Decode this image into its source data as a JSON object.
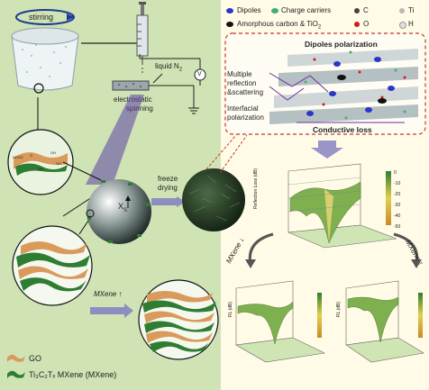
{
  "left": {
    "stirring_label": "stirring",
    "liquid_n2_label": "liquid N",
    "liquid_n2_sub": "2",
    "electrostatic_label": "electrostatic",
    "spinning_label": "spinning",
    "voltage_symbol": "V",
    "xs_label": "X",
    "xs_sub": "S",
    "freeze_label": "freeze",
    "drying_label": "drying",
    "mxene_arrow_label": "MXene",
    "go_molecule_labels": [
      "HOOC",
      "O",
      "OH",
      "OH",
      "OH"
    ],
    "legend_go": "GO",
    "legend_mxene": "Ti₃C₂Tₓ MXene (MXene)"
  },
  "right": {
    "legend": {
      "dipoles": "Dipoles",
      "charge_carriers": "Charge carriers",
      "c": "C",
      "ti": "Ti",
      "amorphous": "Amorphous carbon & TiO",
      "amorphous_sub": "2",
      "o": "O",
      "h": "H"
    },
    "colors": {
      "dipoles": "#2a36c8",
      "charge_carriers": "#3fae7a",
      "c": "#444444",
      "ti": "#b8b8b8",
      "amorphous": "#111111",
      "o": "#d01c1c",
      "h": "#e0e0e0"
    },
    "mechanisms": {
      "dipoles_polarization": "Dipoles polarization",
      "multiple_reflection": "Multiple",
      "reflection_scattering_1": "reflection",
      "reflection_scattering_2": "&scattering",
      "interfacial_1": "Interfacial",
      "interfacial_2": "polarization",
      "conductive_loss": "Conductive loss"
    },
    "plot_main_ylabel": "Reflection Loss (dB)",
    "plot_small_ylabel": "RL (dB)",
    "mxene_left": "MXene",
    "mxene_right": "MXene",
    "colorbar_ticks": [
      "0",
      "-10",
      "-20",
      "-30",
      "-40",
      "-50"
    ]
  }
}
